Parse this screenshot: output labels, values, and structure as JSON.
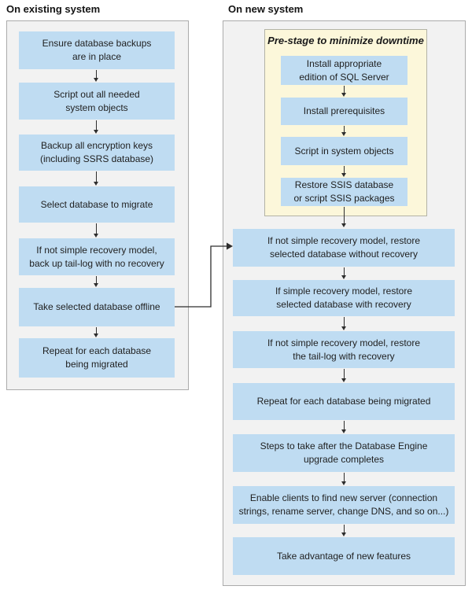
{
  "headings": {
    "existing": "On existing system",
    "new": "On new system"
  },
  "existing_system": {
    "steps": [
      {
        "label": "Ensure database backups\nare in place"
      },
      {
        "label": "Script out all needed\nsystem objects"
      },
      {
        "label": "Backup all encryption keys\n(including SSRS database)"
      },
      {
        "label": "Select database to migrate"
      },
      {
        "label": "If not simple recovery model,\nback up tail-log with no recovery"
      },
      {
        "label": "Take selected database offline"
      },
      {
        "label": "Repeat for each database\nbeing migrated"
      }
    ]
  },
  "new_system": {
    "prestage": {
      "title": "Pre-stage to minimize downtime",
      "steps": [
        {
          "label": "Install appropriate\nedition of SQL Server"
        },
        {
          "label": "Install prerequisites"
        },
        {
          "label": "Script in system objects"
        },
        {
          "label": "Restore SSIS database\nor script SSIS packages"
        }
      ]
    },
    "steps": [
      {
        "label": "If not simple recovery model, restore\nselected database without recovery"
      },
      {
        "label": "If simple recovery model, restore\nselected database with recovery"
      },
      {
        "label": "If not simple recovery model, restore\nthe tail-log with recovery"
      },
      {
        "label": "Repeat for each database being migrated"
      },
      {
        "label": "Steps to take after the Database Engine\nupgrade completes"
      },
      {
        "label": "Enable clients to find new server (connection\nstrings, rename server, change DNS, and so on...)"
      },
      {
        "label": "Take advantage of new features"
      }
    ]
  },
  "colors": {
    "box_blue": "#BFDCF2",
    "panel_gray": "#F2F2F2",
    "panel_border": "#ABABAB",
    "prestage_yellow": "#FCF7DA",
    "arrow": "#2E2E2E"
  }
}
